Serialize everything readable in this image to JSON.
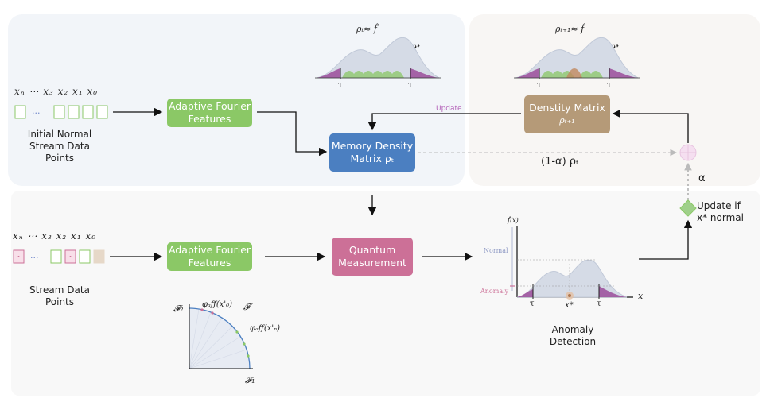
{
  "top_left": {
    "seq_labels": [
      "x",
      "⋯ x",
      "x",
      "x",
      "x"
    ],
    "seq_text": "xₙ ⋯ x₃ x₂ x₁ x₀",
    "caption": [
      "Initial Normal",
      "Stream Data",
      "Points"
    ],
    "aff_box": [
      "Adaptive Fourier",
      "Features"
    ],
    "mem_box": [
      "Memory Density",
      "Matrix ρₜ"
    ],
    "dist_top_label": "ρₜ≈ f̂",
    "dist_x_label": "𝒳'",
    "tau": "τ"
  },
  "top_right": {
    "dist_top_label": "ρₜ₊₁≈ f̂",
    "dist_x_label": "𝒳'",
    "density_box": [
      "Denstity Matrix",
      "ρₜ₊₁"
    ],
    "update_label": "Update",
    "mix_label": "(1-α) ρₜ",
    "alpha_label": "α"
  },
  "bottom": {
    "seq_text": "xₙ ⋯ x₃ x₂ x₁ x₀",
    "caption": [
      "Stream Data",
      "Points"
    ],
    "aff_box": [
      "Adaptive Fourier",
      "Features"
    ],
    "qm_box": [
      "Quantum",
      "Measurement"
    ],
    "feature_space": {
      "f2": "𝓕₂",
      "f1": "𝓕₁",
      "F": "𝓕",
      "phi0": "φₐff(x'₀)",
      "phin": "φₐff(x'ₙ)"
    },
    "anomaly_plot": {
      "y_label": "f̂(x)",
      "normal": "Normal",
      "anomaly": "Anomaly",
      "x_label": "x",
      "tau": "τ",
      "x_star": "x*"
    },
    "detection_caption": [
      "Anomaly",
      "Detection"
    ],
    "update_if": [
      "Update if",
      "x* normal"
    ]
  },
  "colors": {
    "green": "#8bc866",
    "blue": "#4b7fc1",
    "pink": "#cc7097",
    "brown": "#b59a78",
    "purple": "#9b4c9a",
    "dist_fill": "#d5dbe6"
  }
}
